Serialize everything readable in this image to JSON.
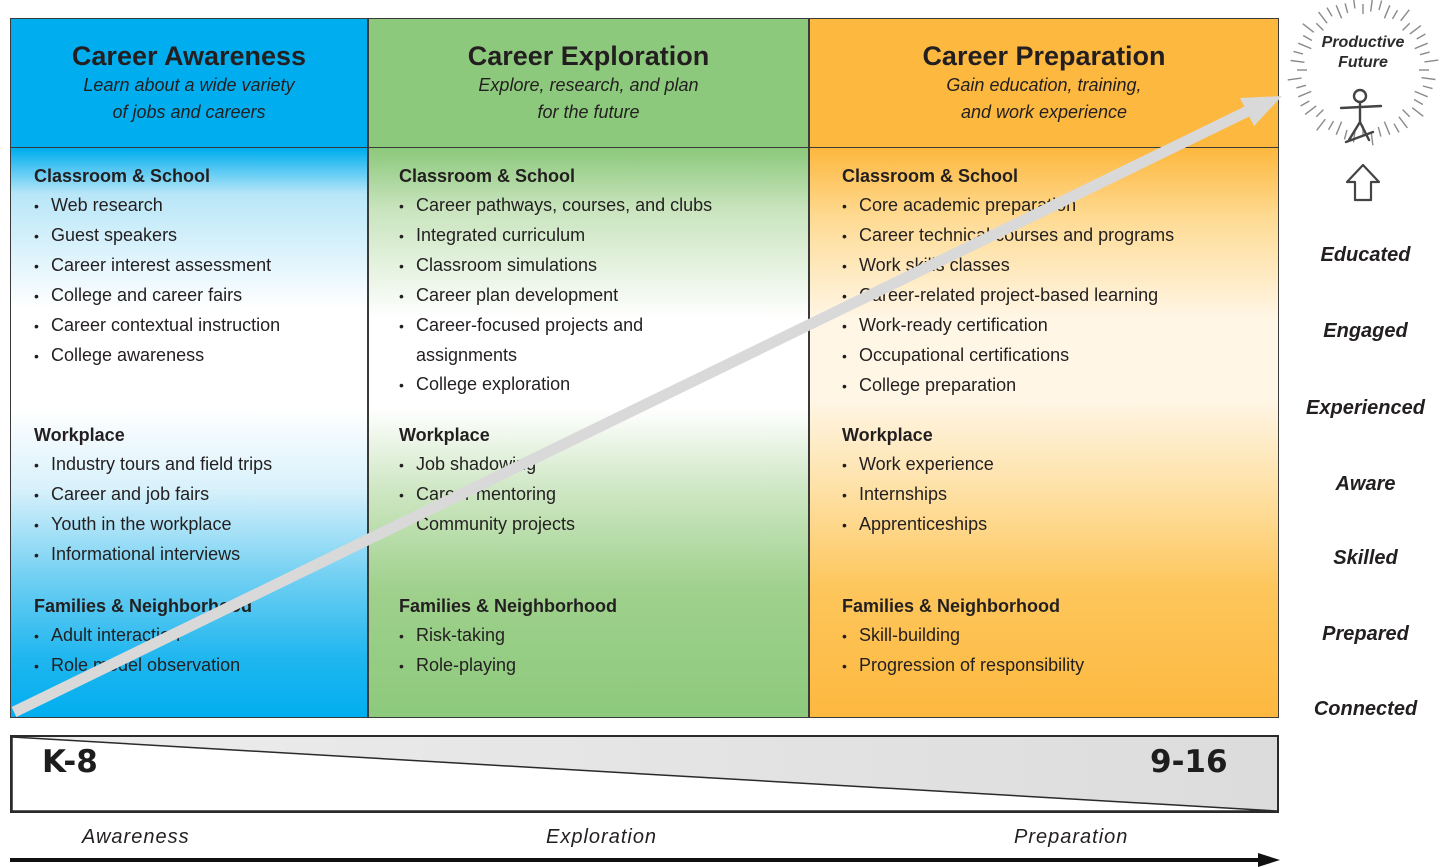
{
  "columns": [
    {
      "title": "Career Awareness",
      "subtitle_line1": "Learn about a wide variety",
      "subtitle_line2": "of jobs and careers",
      "classroom_heading": "Classroom & School",
      "classroom_items": [
        "Web research",
        "Guest speakers",
        "Career interest assessment",
        "College and career fairs",
        "Career contextual instruction",
        "College awareness"
      ],
      "workplace_heading": "Workplace",
      "workplace_items": [
        "Industry tours and field trips",
        "Career and job fairs",
        "Youth in the workplace",
        "Informational interviews"
      ],
      "families_heading": "Families & Neighborhood",
      "families_items": [
        "Adult interaction",
        "Role model observation"
      ]
    },
    {
      "title": "Career Exploration",
      "subtitle_line1": "Explore, research, and plan",
      "subtitle_line2": "for the future",
      "classroom_heading": "Classroom & School",
      "classroom_items": [
        "Career pathways, courses, and clubs",
        "Integrated curriculum",
        "Classroom simulations",
        "Career plan development",
        "Career-focused projects and assignments",
        "College exploration"
      ],
      "workplace_heading": "Workplace",
      "workplace_items": [
        "Job shadowing",
        "Career mentoring",
        "Community projects"
      ],
      "families_heading": "Families & Neighborhood",
      "families_items": [
        "Risk-taking",
        "Role-playing"
      ]
    },
    {
      "title": "Career Preparation",
      "subtitle_line1": "Gain education, training,",
      "subtitle_line2": "and work experience",
      "classroom_heading": "Classroom & School",
      "classroom_items": [
        "Core academic preparation",
        "Career technical courses and programs",
        "Work skills classes",
        "Career-related project-based learning",
        "Work-ready certification",
        "Occupational certifications",
        "College preparation"
      ],
      "workplace_heading": "Workplace",
      "workplace_items": [
        "Work experience",
        "Internships",
        "Apprenticeships"
      ],
      "families_heading": "Families & Neighborhood",
      "families_items": [
        "Skill-building",
        "Progression of responsibility"
      ]
    }
  ],
  "badge": {
    "line1": "Productive",
    "line2": "Future"
  },
  "outcomes": [
    "Educated",
    "Engaged",
    "Experienced",
    "Aware",
    "Skilled",
    "Prepared",
    "Connected"
  ],
  "grades": {
    "left": "K-8",
    "right": "9-16"
  },
  "stages": [
    "Awareness",
    "Exploration",
    "Preparation"
  ],
  "colors": {
    "awareness": "#00aeef",
    "exploration": "#8dc97c",
    "preparation": "#fdb83f",
    "arrow": "#d9d9d9"
  }
}
